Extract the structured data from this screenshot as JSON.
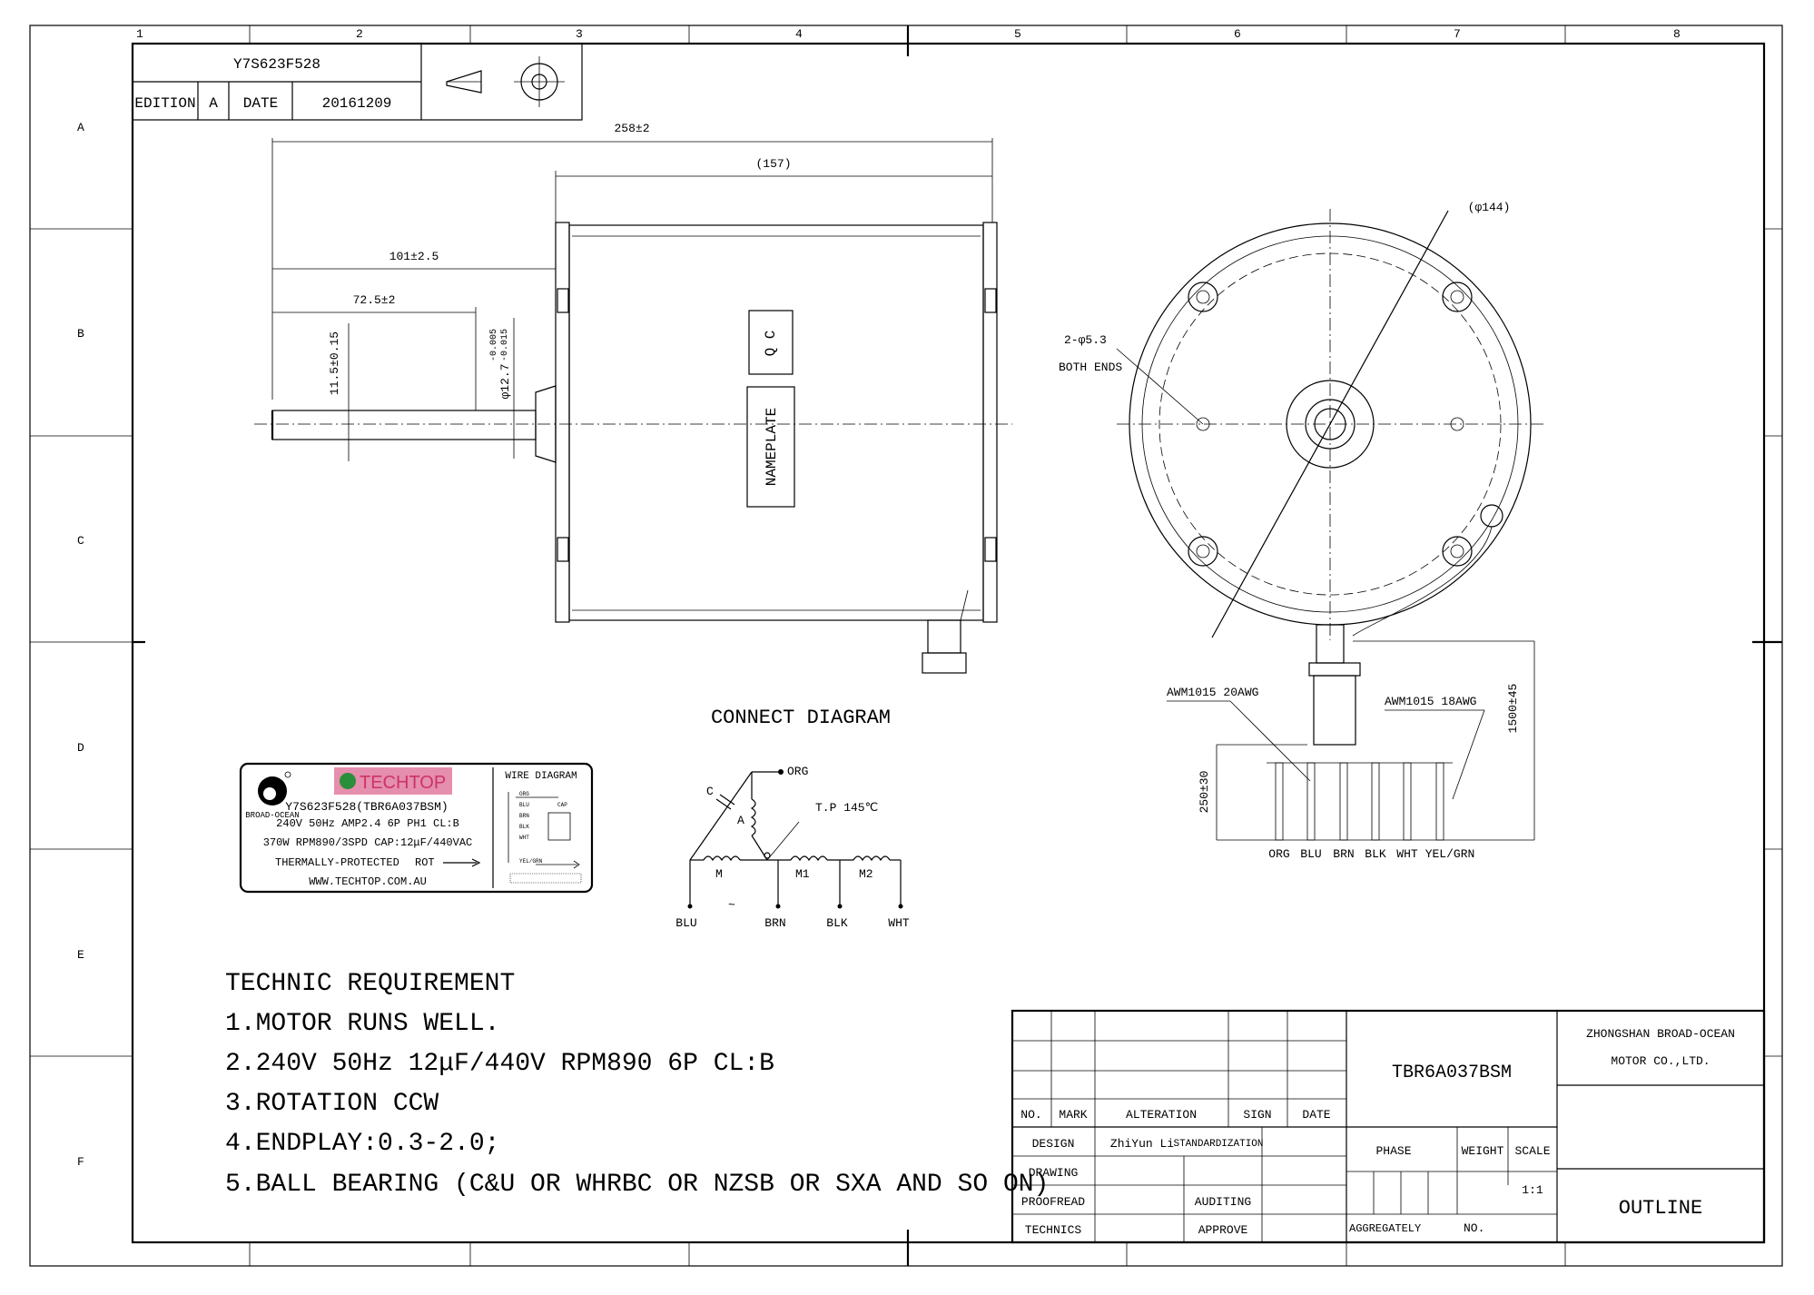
{
  "grid": {
    "cols": [
      "1",
      "2",
      "3",
      "4",
      "5",
      "6",
      "7",
      "8"
    ],
    "rows": [
      "A",
      "B",
      "C",
      "D",
      "E",
      "F"
    ]
  },
  "header": {
    "code": "Y7S623F528",
    "edition_label": "EDITION",
    "edition_value": "A",
    "date_label": "DATE",
    "date_value": "20161209"
  },
  "dimensions": {
    "overall_length": "258±2",
    "body_length": "(157)",
    "shaft_to_flange": "101±2.5",
    "shaft_length": "72.5±2",
    "flat_depth": "11.5±0.15",
    "shaft_diameter": "φ12.7",
    "shaft_tol_upper": "-0.005",
    "shaft_tol_lower": "-0.015",
    "body_diameter": "(φ144)",
    "mount_holes": "2-φ5.3",
    "mount_holes_note": "BOTH ENDS",
    "lead_length": "1500±45",
    "lead_exposed": "250±30",
    "awg_left": "AWM1015  20AWG",
    "awg_right": "AWM1015  18AWG"
  },
  "body_labels": {
    "qc": "Q C",
    "nameplate": "NAMEPLATE"
  },
  "lead_colors": [
    "ORG",
    "BLU",
    "BRN",
    "BLK",
    "WHT",
    "YEL/GRN"
  ],
  "connect_diagram": {
    "title": "CONNECT DIAGRAM",
    "org": "ORG",
    "cap": "C",
    "a": "A",
    "tp": "T.P 145℃",
    "m": "M",
    "m1": "M1",
    "m2": "M2",
    "tilde": "~",
    "blu": "BLU",
    "brn": "BRN",
    "blk": "BLK",
    "wht": "WHT"
  },
  "nameplate_label": {
    "brand": "BROAD-OCEAN",
    "logo": "TECHTOP",
    "model": "Y7S623F528(TBR6A037BSM)",
    "line2": "240V 50Hz AMP2.4 6P PH1 CL:B",
    "line3": "370W  RPM890/3SPD  CAP:12μF/440VAC",
    "line4": "THERMALLY-PROTECTED",
    "rot": "ROT",
    "web": "WWW.TECHTOP.COM.AU",
    "wire_title": "WIRE DIAGRAM",
    "wires": [
      "ORG",
      "BLU",
      "BRN",
      "BLK",
      "WHT",
      "YEL/GRN"
    ],
    "cap_small": "CAP"
  },
  "requirements": {
    "title": "TECHNIC REQUIREMENT",
    "items": [
      "1.MOTOR RUNS WELL.",
      "2.240V  50Hz  12μF/440V  RPM890  6P  CL:B",
      "3.ROTATION  CCW",
      "4.ENDPLAY:0.3-2.0;",
      "5.BALL BEARING (C&U OR WHRBC OR NZSB OR SXA AND SO ON)"
    ]
  },
  "title_block": {
    "no": "NO.",
    "mark": "MARK",
    "alteration": "ALTERATION",
    "sign": "SIGN",
    "date": "DATE",
    "design": "DESIGN",
    "designer": "ZhiYun Li",
    "standardization": "STANDARDIZATION",
    "drawing": "DRAWING",
    "proofread": "PROOFREAD",
    "auditing": "AUDITING",
    "technics": "TECHNICS",
    "approve": "APPROVE",
    "part_no": "TBR6A037BSM",
    "company_line1": "ZHONGSHAN BROAD-OCEAN",
    "company_line2": "MOTOR CO.,LTD.",
    "phase": "PHASE",
    "weight": "WEIGHT",
    "scale": "SCALE",
    "scale_value": "1:1",
    "aggregately": "AGGREGATELY",
    "no2": "NO.",
    "outline": "OUTLINE"
  }
}
